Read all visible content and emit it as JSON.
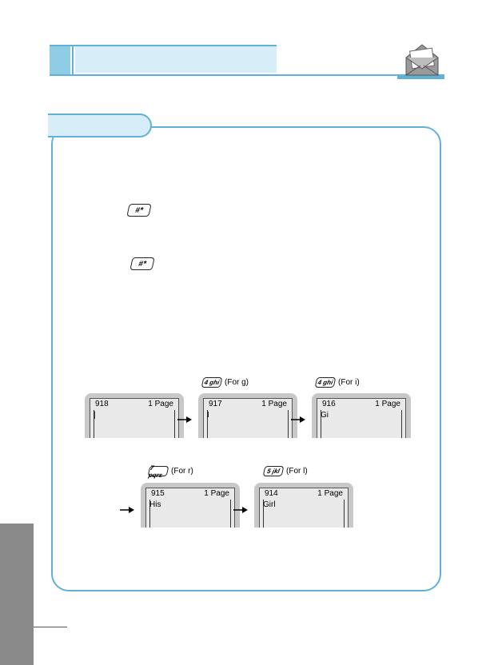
{
  "keys": {
    "hash_1": "#*",
    "hash_2": "#*"
  },
  "sequence_row1": {
    "captions": [
      {
        "key": "4 ghi",
        "text": "(For g)"
      },
      {
        "key": "4 ghi",
        "text": "(For i)"
      }
    ],
    "screens": [
      {
        "count": "918",
        "page": "1 Page",
        "text": "|"
      },
      {
        "count": "917",
        "page": "1 Page",
        "text": "I"
      },
      {
        "count": "916",
        "page": "1 Page",
        "text": "Gi"
      }
    ]
  },
  "sequence_row2": {
    "captions": [
      {
        "key": "7 pqrs",
        "text": "(For r)"
      },
      {
        "key": "5 jkl",
        "text": "(For l)"
      }
    ],
    "screens": [
      {
        "count": "915",
        "page": "1 Page",
        "text": "His"
      },
      {
        "count": "914",
        "page": "1 Page",
        "text": "Girl"
      }
    ]
  },
  "colors": {
    "accent": "#5fb2d6",
    "accent_light": "#d7eef8",
    "side_tab": "#8a8a8a"
  }
}
